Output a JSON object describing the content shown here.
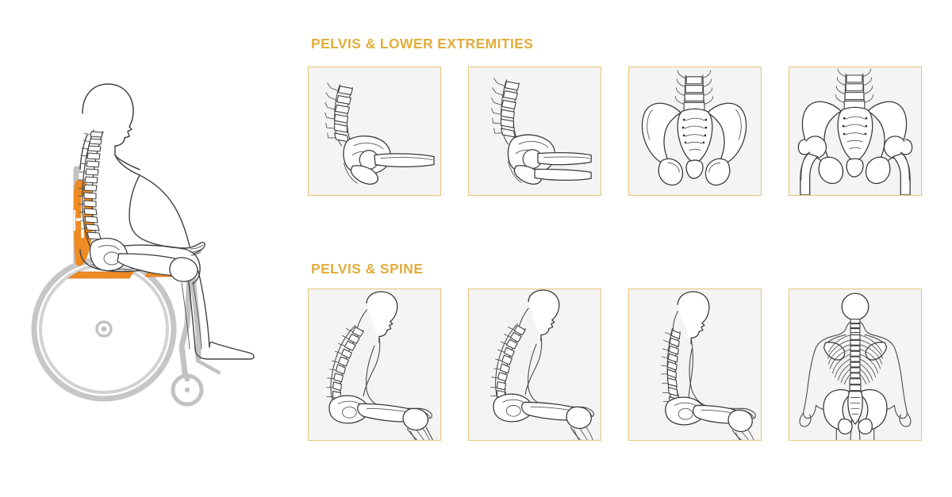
{
  "page": {
    "background_color": "#ffffff",
    "accent_orange": "#ef8b22",
    "heading_gold": "#e2ad3c",
    "card_border": "#e8c378",
    "card_background": "#f4f4f4",
    "chair_gray": "#c2c2c2",
    "ink": "#3a3a3a"
  },
  "illustration": {
    "name": "seated-wheelchair-posture-diagram",
    "description": "Side-view line drawing of a person seated in a manual wheelchair with spine and pelvis bones visible",
    "parts": {
      "back_cushion": "orange lumbar back support",
      "seat_cushion": "orange seat cushion",
      "wheel": "large rear wheel with handrim and hub",
      "caster": "small front caster wheel",
      "footplate": "footrest plate"
    }
  },
  "sections": [
    {
      "id": "pelvis-lower-extremities",
      "heading": "PELVIS & LOWER EXTREMITIES",
      "cards": [
        {
          "id": "pelvis-lateral-neutral",
          "alt": "Lateral view of lumbar spine, pelvis and femur"
        },
        {
          "id": "pelvis-lateral-tilted",
          "alt": "Lateral view of lumbar spine, tilted pelvis and femur"
        },
        {
          "id": "pelvis-anterior",
          "alt": "Anterior view of pelvis with sacrum and lumbar spine"
        },
        {
          "id": "pelvis-anterior-femurs",
          "alt": "Anterior view of pelvis with both femoral heads and femurs"
        }
      ]
    },
    {
      "id": "pelvis-spine",
      "heading": "PELVIS & SPINE",
      "cards": [
        {
          "id": "seated-kyphotic-posture",
          "alt": "Seated side view with rounded kyphotic spine"
        },
        {
          "id": "seated-semi-upright",
          "alt": "Seated side view with partially corrected spine"
        },
        {
          "id": "seated-upright-posture",
          "alt": "Seated side view with upright aligned spine"
        },
        {
          "id": "posterior-spine-pelvis",
          "alt": "Posterior view of torso showing spine, ribcage and pelvis"
        }
      ]
    }
  ]
}
